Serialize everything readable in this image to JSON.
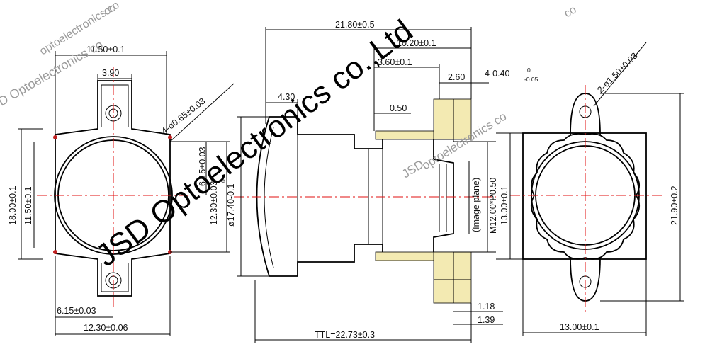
{
  "watermarks": {
    "main": "JSD Optoelectronics co.,Ltd",
    "faint_left": "D Optoelectronics  co",
    "faint_top_left": "optoelectronics co",
    "faint_top": "co",
    "faint_right": "optoelectronics co",
    "faint_far_right": "co",
    "faint_center": "JSD"
  },
  "left_view": {
    "width_top": "11.50±0.1",
    "tab_width": "3.90",
    "hole_note": "4-ø0.65±0.03",
    "height_left": "18.00±0.1",
    "height_inner": "11.50±0.1",
    "offset_right": "6.15±0.03",
    "span_right": "12.30±0.03",
    "offset_bottom": "6.15±0.03",
    "width_bottom": "12.30±0.06"
  },
  "side_view": {
    "total_length": "21.80±0.5",
    "len_10": "10.20±0.1",
    "len_3": "3.60±0.1",
    "len_260": "2.60",
    "tol_note": "4-0.40",
    "tol_upper": "0",
    "tol_lower": "-0.05",
    "len_430": "4.30",
    "len_050": "0.50",
    "diameter": "ø17.40-0.1",
    "diameter_tol": "0",
    "thread": "M12.00*P0.50",
    "image_plane": "(Image plane)",
    "dim_118": "1.18",
    "dim_139": "1.39",
    "ttl": "TTL=22.73±0.3"
  },
  "right_view": {
    "hole_note": "2-ø1.50±0.03",
    "height_inner": "13.00±0.1",
    "height_total": "21.90±0.2",
    "width_bottom": "13.00±0.1"
  },
  "colors": {
    "centerline": "#e01010",
    "hatch": "#f3eab2",
    "lines": "#000000"
  }
}
